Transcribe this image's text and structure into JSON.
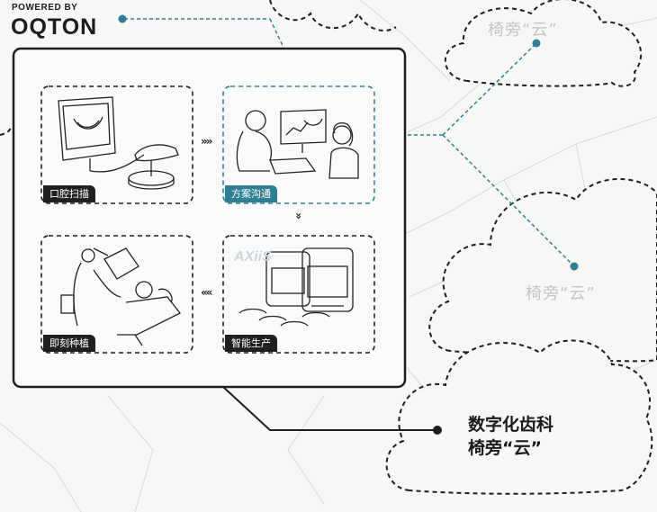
{
  "brand": {
    "powered_by": "POWERED BY",
    "logo": "OQTON"
  },
  "clouds": {
    "top_right_label": "椅旁“云”",
    "middle_right_label": "椅旁“云”",
    "main_label_line1": "数字化齿科",
    "main_label_line2": "椅旁“云”"
  },
  "workflow": {
    "steps": [
      {
        "label": "口腔扫描",
        "icon": "intraoral-scanner-icon"
      },
      {
        "label": "方案沟通",
        "icon": "doctor-patient-consultation-icon"
      },
      {
        "label": "智能生产",
        "icon": "3d-printers-aligners-icon"
      },
      {
        "label": "即刻种植",
        "icon": "dental-chair-implant-icon"
      }
    ],
    "arrow_right": "»»",
    "arrow_down": "»",
    "arrow_left": "««"
  },
  "watermark": "AXiiS",
  "colors": {
    "accent": "#2f7f94",
    "ink": "#1c1c1c",
    "cloud_text": "#c4c4c4",
    "background": "#f7f7f6"
  }
}
